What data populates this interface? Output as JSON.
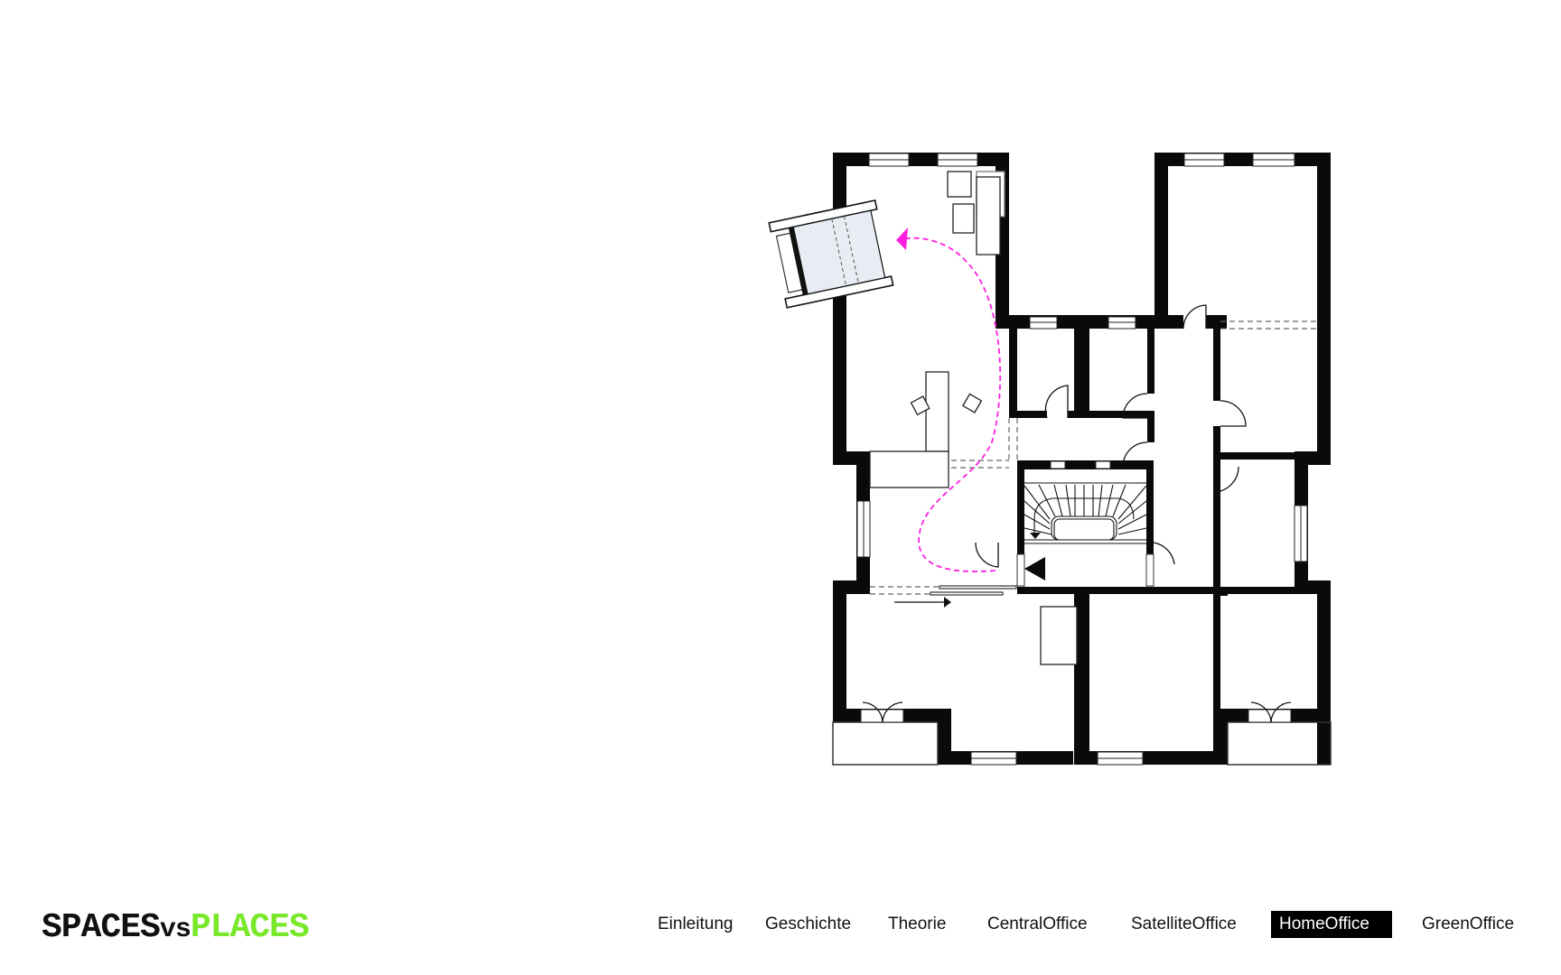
{
  "logo": {
    "part1": "SPACES",
    "part2": "vs",
    "part3": "PLACES",
    "accent_color": "#7ae82a"
  },
  "nav": {
    "items": [
      {
        "label": "Einleitung",
        "active": false
      },
      {
        "label": "Geschichte",
        "active": false
      },
      {
        "label": "Theorie",
        "active": false
      },
      {
        "label": "CentralOffice",
        "active": false
      },
      {
        "label": "SatelliteOffice",
        "active": false
      },
      {
        "label": "HomeOffice",
        "active": true
      },
      {
        "label": "GreenOffice",
        "active": false
      }
    ]
  },
  "plan": {
    "description": "Floor plan of home office apartment with rotated workspace box and dashed movement path",
    "path_color": "#ff1fe0",
    "wall_color": "#0a0a0a",
    "booth_fill": "#e8edf4"
  }
}
